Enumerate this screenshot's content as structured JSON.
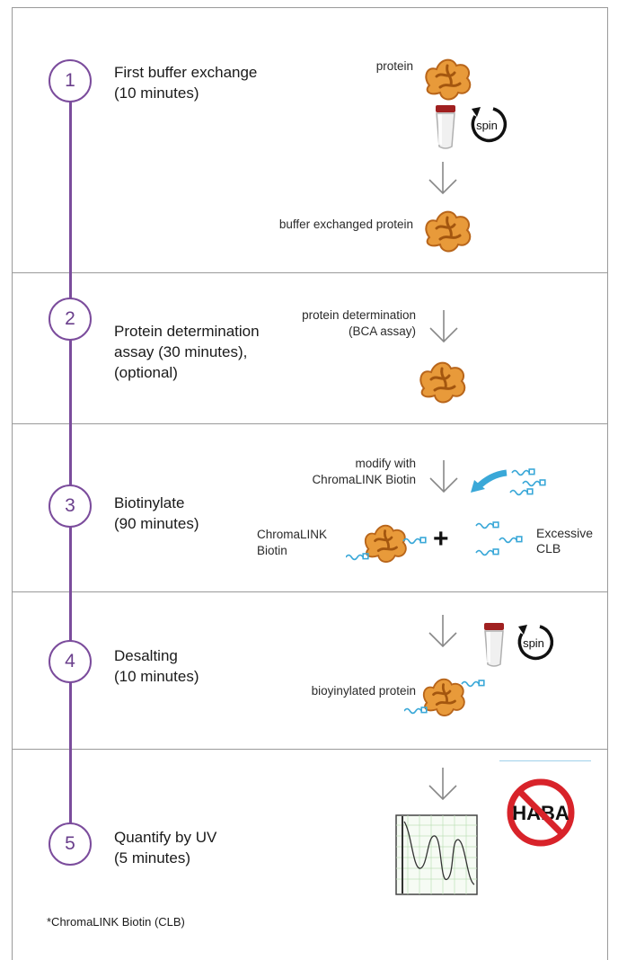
{
  "steps": [
    {
      "number": "1",
      "title": "First buffer exchange\n(10 minutes)"
    },
    {
      "number": "2",
      "title": "Protein determination\nassay (30 minutes),\n(optional)"
    },
    {
      "number": "3",
      "title": "Biotinylate\n(90 minutes)"
    },
    {
      "number": "4",
      "title": "Desalting\n(10 minutes)"
    },
    {
      "number": "5",
      "title": "Quantify by UV\n(5 minutes)"
    }
  ],
  "labels": {
    "protein": "protein",
    "buffer_exchanged": "buffer exchanged protein",
    "protein_determination": "protein determination\n(BCA assay)",
    "modify_with": "modify with\nChromaLINK Biotin",
    "chromalink_biotin": "ChromaLINK\nBiotin",
    "excessive": "Excessive\nCLB",
    "biotinylated": "bioyinylated protein",
    "spin": "spin",
    "haba": "HABA"
  },
  "footnote": "*ChromaLINK Biotin (CLB)",
  "colors": {
    "timeline": "#7b4c9c",
    "protein": "#e08a2a",
    "biotin": "#3aa8d8",
    "no_sign": "#d8232a"
  }
}
